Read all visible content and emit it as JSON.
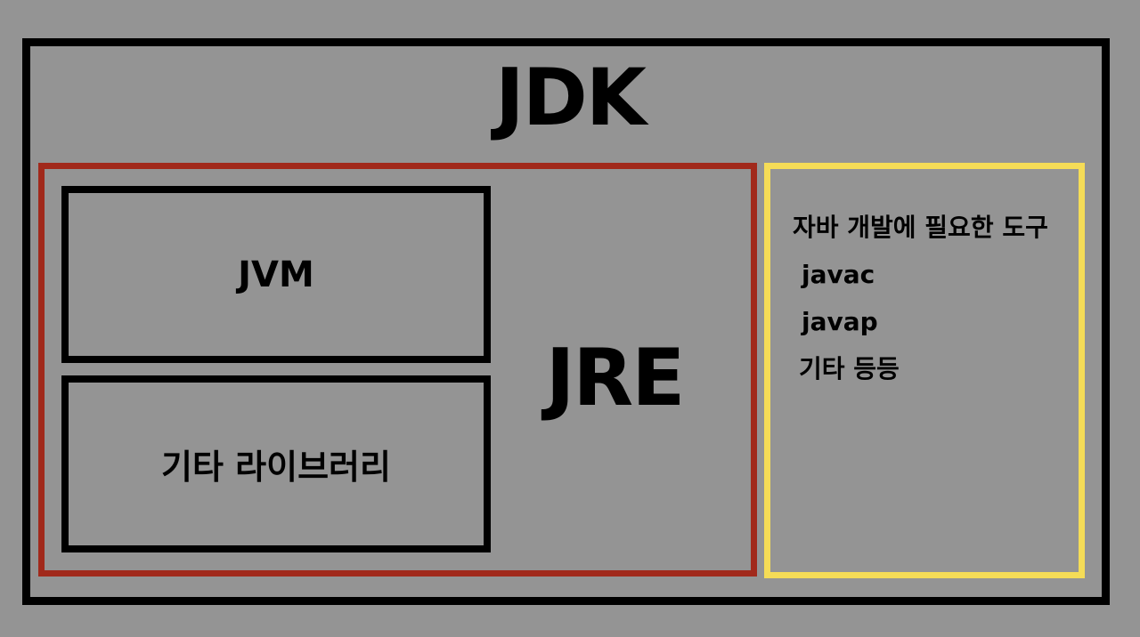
{
  "diagram": {
    "jdk": {
      "label": "JDK",
      "border_color": "#000000"
    },
    "jre": {
      "label": "JRE",
      "border_color": "#a1291b",
      "jvm": {
        "label": "JVM"
      },
      "libraries": {
        "label": "기타 라이브러리"
      }
    },
    "tools": {
      "border_color": "#f5dc57",
      "heading": "자바 개발에 필요한 도구",
      "items": [
        "javac",
        "javap",
        "기타 등등"
      ]
    },
    "background_color": "#949494"
  }
}
